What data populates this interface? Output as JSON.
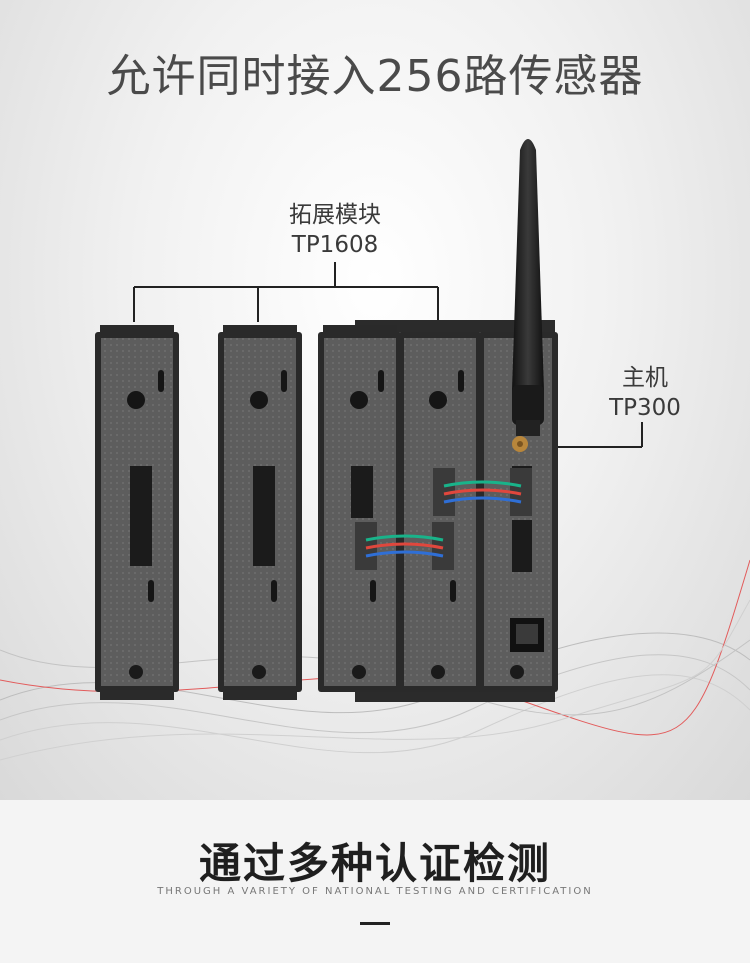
{
  "headline": "允许同时接入256路传感器",
  "extension_label": {
    "line1": "拓展模块",
    "line2": "TP1608"
  },
  "host_label": {
    "line1": "主机",
    "line2": "TP300"
  },
  "cert_title": "通过多种认证检测",
  "cert_subtitle": "THROUGH A VARIETY OF NATIONAL TESTING AND CERTIFICATION",
  "colors": {
    "headline_text": "#4a4a4a",
    "module_body": "#5a5a5a",
    "module_frame": "#2a2a2a",
    "wire_green": "#19b38a",
    "wire_red": "#e0473d",
    "wire_blue": "#2f6fd6",
    "wave_red": "#e25b5b"
  },
  "icons": [
    "antenna-icon",
    "sma-connector-icon",
    "ethernet-port-icon",
    "terminal-block-icon",
    "screw-icon"
  ]
}
